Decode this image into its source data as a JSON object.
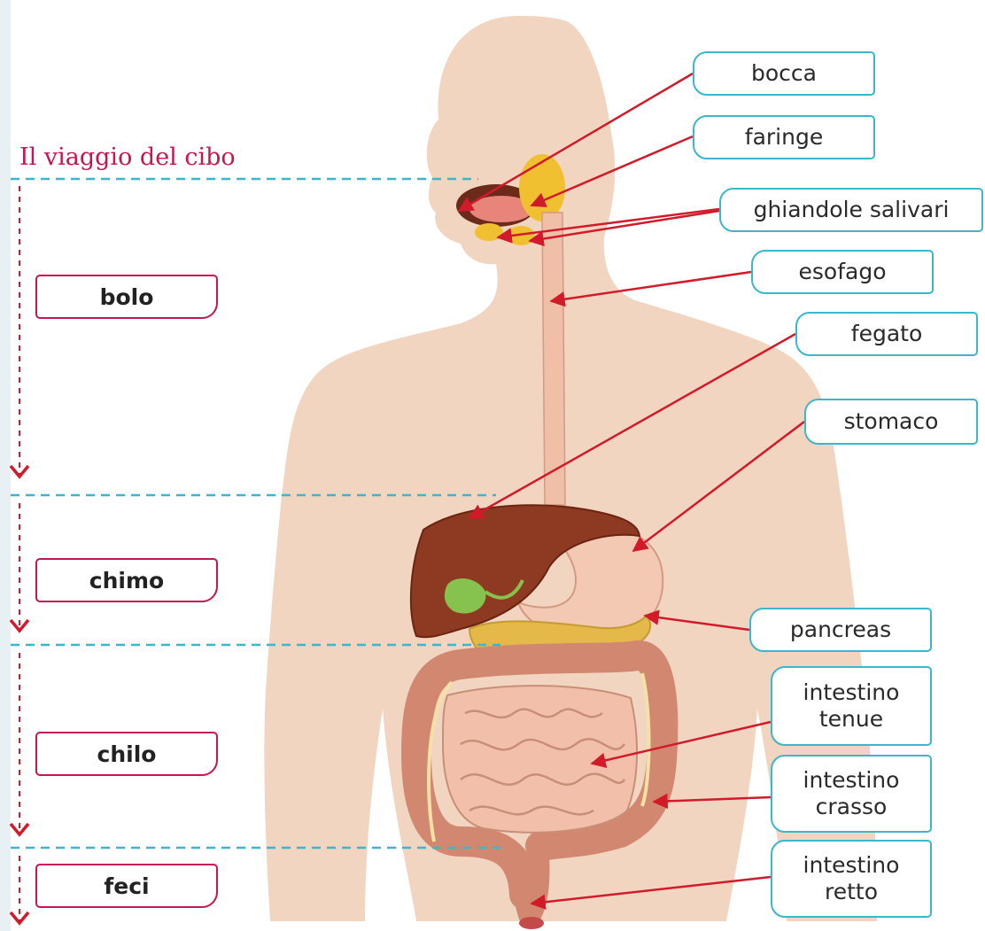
{
  "title": "Il viaggio del cibo",
  "stages": [
    "bolo",
    "chimo",
    "chilo",
    "feci"
  ],
  "organs": {
    "bocca": "bocca",
    "faringe": "faringe",
    "ghiandole_salivari": "ghiandole salivari",
    "esofago": "esofago",
    "fegato": "fegato",
    "stomaco": "stomaco",
    "pancreas": "pancreas",
    "intestino_tenue": [
      "intestino",
      "tenue"
    ],
    "intestino_crasso": [
      "intestino",
      "crasso"
    ],
    "intestino_retto": [
      "intestino",
      "retto"
    ]
  },
  "colors": {
    "accent": "#c8144f",
    "organ_border": "#3bb6cc",
    "dashed_line": "#3bb6cc",
    "body_skin": "#f2d5c0",
    "liver": "#8e3a22",
    "arrow": "#d11a2a"
  }
}
